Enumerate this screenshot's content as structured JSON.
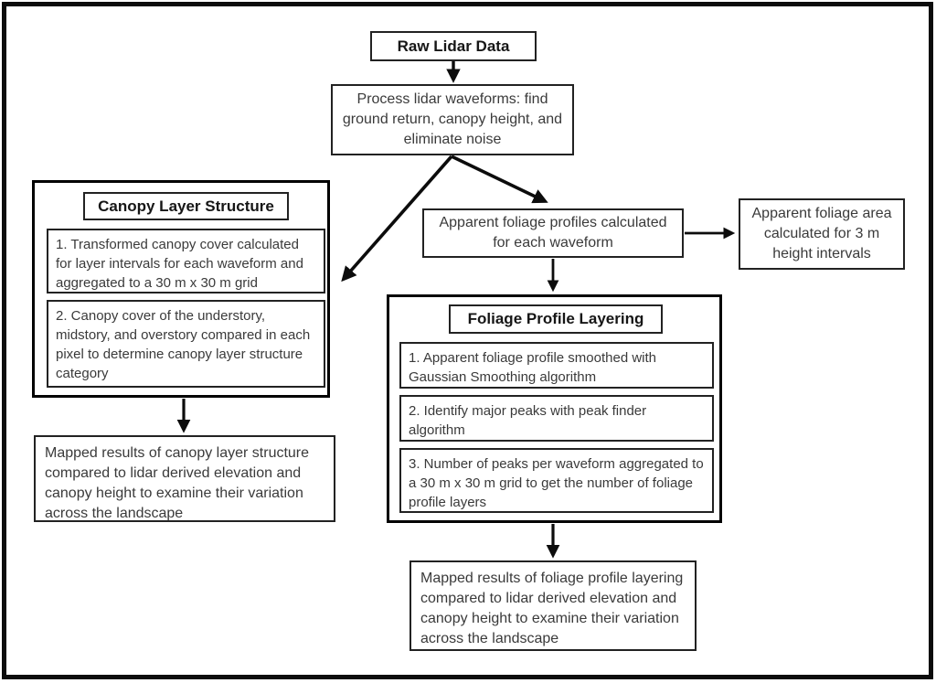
{
  "diagram": {
    "type": "flowchart",
    "topic": "Lidar waveform processing workflow",
    "colors": {
      "background": "#ffffff",
      "box_border": "#000000",
      "body_text": "#3a3a3a",
      "title_text": "#161616"
    },
    "nodes": {
      "raw_lidar": {
        "label": "Raw Lidar Data"
      },
      "process_waveforms": {
        "label": "Process lidar waveforms: find ground return, canopy height, and eliminate noise"
      },
      "canopy_layer_structure": {
        "title": "Canopy Layer Structure",
        "steps": [
          "1. Transformed canopy cover calculated for layer intervals for each waveform and aggregated to a 30 m x 30 m grid",
          "2. Canopy cover of the understory, midstory, and overstory compared in each pixel to determine canopy layer structure category"
        ]
      },
      "apparent_foliage_profiles": {
        "label": "Apparent foliage profiles calculated for each waveform"
      },
      "apparent_foliage_area": {
        "label": "Apparent foliage area calculated for 3 m height intervals"
      },
      "foliage_profile_layering": {
        "title": "Foliage Profile Layering",
        "steps": [
          "1. Apparent foliage profile smoothed with Gaussian Smoothing algorithm",
          "2. Identify major peaks with peak finder algorithm",
          "3. Number of peaks per waveform aggregated to a 30 m x 30 m grid to get the number of foliage profile layers"
        ]
      },
      "mapped_canopy_results": {
        "label": "Mapped results of canopy layer structure compared to lidar derived elevation and canopy height to examine their variation across the landscape"
      },
      "mapped_foliage_results": {
        "label": "Mapped results of foliage profile layering compared to lidar derived elevation and canopy height to examine their variation across the landscape"
      }
    },
    "edges": [
      "raw_lidar -> process_waveforms",
      "process_waveforms -> canopy_layer_structure",
      "process_waveforms -> apparent_foliage_profiles",
      "apparent_foliage_profiles -> apparent_foliage_area",
      "apparent_foliage_profiles -> foliage_profile_layering",
      "canopy_layer_structure -> mapped_canopy_results",
      "foliage_profile_layering -> mapped_foliage_results"
    ]
  }
}
